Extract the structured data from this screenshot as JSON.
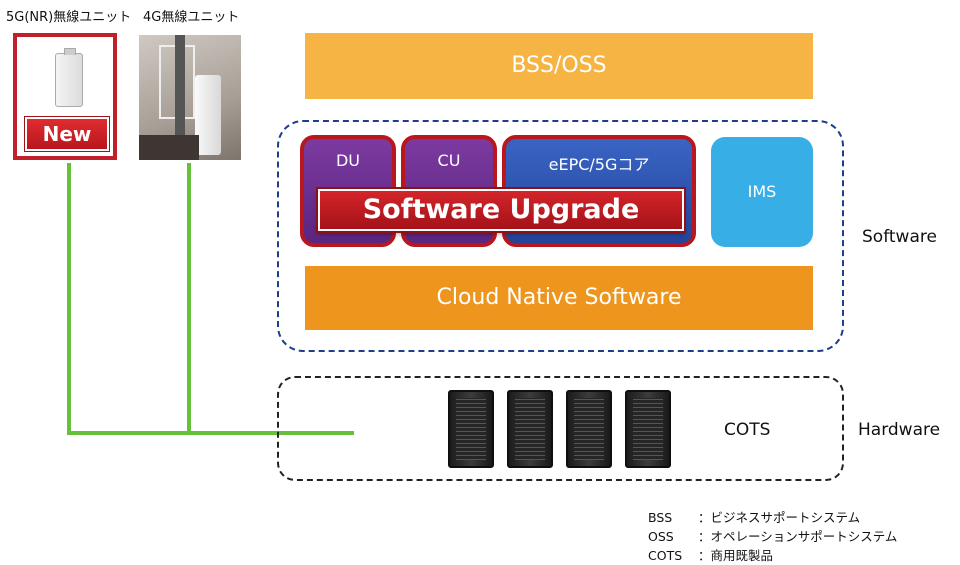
{
  "units": {
    "nr_label": "5G(NR)無線ユニット",
    "lte_label": "4G無線ユニット",
    "new_badge": "New"
  },
  "layers": {
    "bss_oss": "BSS/OSS",
    "du": "DU",
    "cu": "CU",
    "epc": "eEPC/5Gコア",
    "ims": "IMS",
    "software_upgrade": "Software Upgrade",
    "cloud_native": "Cloud Native Software",
    "cots": "COTS"
  },
  "side_labels": {
    "software": "Software",
    "hardware": "Hardware"
  },
  "legend": [
    {
      "abbr": "BSS",
      "desc": "：ビジネスサポートシステム"
    },
    {
      "abbr": "OSS",
      "desc": "：オペレーションサポートシステム"
    },
    {
      "abbr": "COTS",
      "desc": "：商用既製品"
    }
  ],
  "colors": {
    "bss_bar": "#f5b443",
    "cloud_native_bar": "#ee951e",
    "module_red_border": "#b8171d",
    "du_cu_purple": "#6a2d8f",
    "epc_blue": "#2d56b3",
    "ims_cyan": "#37aee6",
    "software_frame": "#1e3d8c",
    "link_green": "#66c03c"
  },
  "icons": {
    "nr_unit": "radio-unit-photo",
    "lte_unit": "antenna-photo",
    "servers": "server-rack-icon"
  }
}
